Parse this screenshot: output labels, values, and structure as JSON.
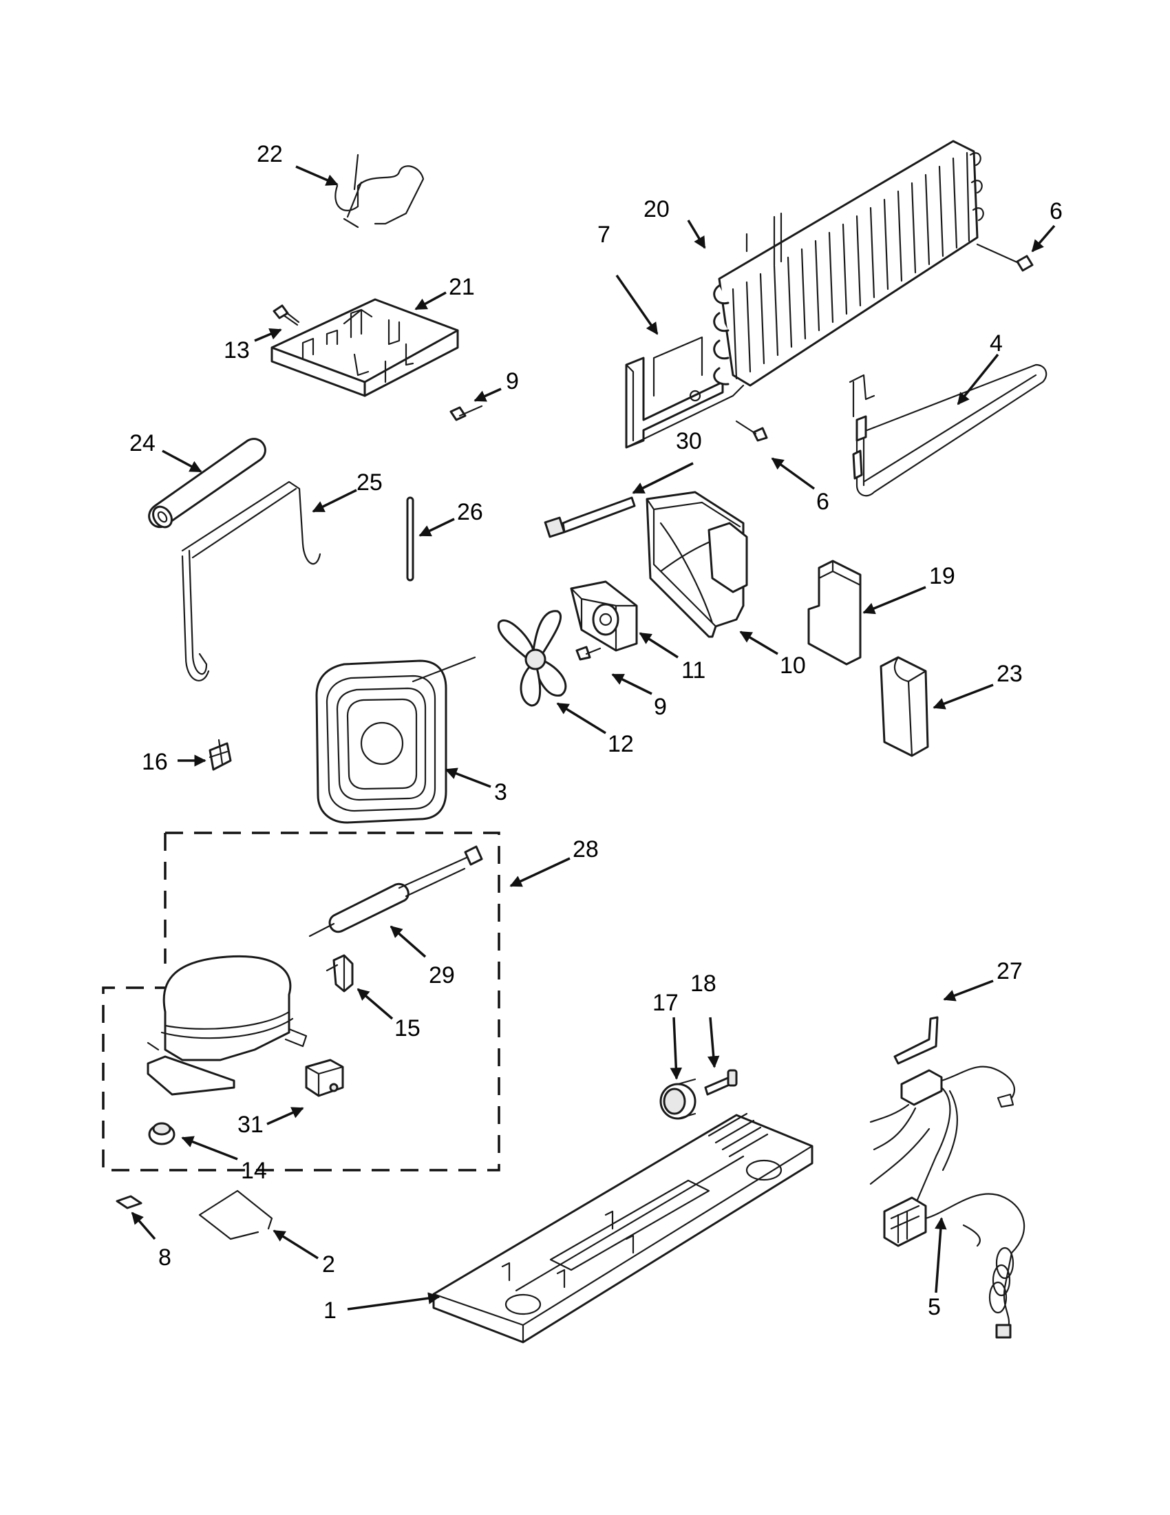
{
  "callouts": [
    {
      "id": "c1",
      "text": "1"
    },
    {
      "id": "c2",
      "text": "2"
    },
    {
      "id": "c3",
      "text": "3"
    },
    {
      "id": "c4",
      "text": "4"
    },
    {
      "id": "c5",
      "text": "5"
    },
    {
      "id": "c6a",
      "text": "6"
    },
    {
      "id": "c6b",
      "text": "6"
    },
    {
      "id": "c7",
      "text": "7"
    },
    {
      "id": "c8",
      "text": "8"
    },
    {
      "id": "c9a",
      "text": "9"
    },
    {
      "id": "c9b",
      "text": "9"
    },
    {
      "id": "c10",
      "text": "10"
    },
    {
      "id": "c11",
      "text": "11"
    },
    {
      "id": "c12",
      "text": "12"
    },
    {
      "id": "c13",
      "text": "13"
    },
    {
      "id": "c14",
      "text": "14"
    },
    {
      "id": "c15",
      "text": "15"
    },
    {
      "id": "c16",
      "text": "16"
    },
    {
      "id": "c17",
      "text": "17"
    },
    {
      "id": "c18",
      "text": "18"
    },
    {
      "id": "c19",
      "text": "19"
    },
    {
      "id": "c20",
      "text": "20"
    },
    {
      "id": "c21",
      "text": "21"
    },
    {
      "id": "c22",
      "text": "22"
    },
    {
      "id": "c23",
      "text": "23"
    },
    {
      "id": "c24",
      "text": "24"
    },
    {
      "id": "c25",
      "text": "25"
    },
    {
      "id": "c26",
      "text": "26"
    },
    {
      "id": "c27",
      "text": "27"
    },
    {
      "id": "c28",
      "text": "28"
    },
    {
      "id": "c29",
      "text": "29"
    },
    {
      "id": "c30",
      "text": "30"
    },
    {
      "id": "c31",
      "text": "31"
    }
  ]
}
